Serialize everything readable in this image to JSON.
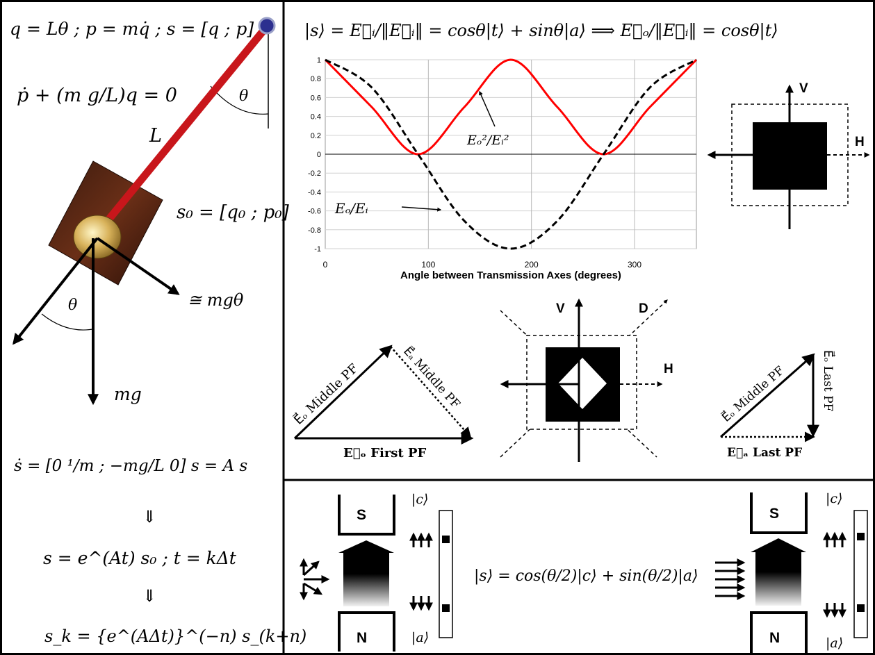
{
  "pendulum": {
    "eq1": "q = Lθ ; p = mq̇ ; s = [q ; p]",
    "eq2": "ṗ + (m g/L)q = 0",
    "theta_top": "θ",
    "rod_label": "L",
    "s0": "s₀ = [q₀ ; p₀]",
    "theta_bottom": "θ",
    "force_approx": "≅ mgθ",
    "gravity": "mg",
    "state_eq": "ṡ = [0  ¹/m ; −mg/L  0] s = A s",
    "implies1": "⇓",
    "solution": "s = e^(At) s₀   ;   t = kΔt",
    "implies2": "⇓",
    "recursion": "s_k = {e^(AΔt)}^(−n) s_(k+n)"
  },
  "polarizer": {
    "header_eq": "|s⟩ = E⃗ᵢ/‖E⃗ᵢ‖ = cosθ|t⟩ + sinθ|a⟩  ⟹  E⃗ₒ/‖E⃗ᵢ‖ = cosθ|t⟩",
    "label_sq": "Eₒ²/Eᵢ²",
    "label_ratio": "Eₒ/Eᵢ",
    "box1_v": "V",
    "box1_h": "H",
    "box2_v": "V",
    "box2_d": "D",
    "box2_h": "H",
    "tri1_hyp": "E⃗ₒ Middle PF",
    "tri1_side": "E⃗ₐ Middle PF",
    "tri1_base": "E⃗ₒ First PF",
    "tri2_hyp": "E⃗ₒ Middle PF",
    "tri2_side": "E⃗ₒ Last PF",
    "tri2_base": "E⃗ₐ Last PF"
  },
  "sternGerlach": {
    "left_S": "S",
    "left_N": "N",
    "left_c": "|c⟩",
    "left_a": "|a⟩",
    "center_eq": "|s⟩ = cos(θ/2)|c⟩ + sin(θ/2)|a⟩",
    "right_S": "S",
    "right_N": "N",
    "right_c": "|c⟩",
    "right_a": "|a⟩"
  },
  "chart_data": {
    "type": "line",
    "xlabel": "Angle between Transmission Axes (degrees)",
    "ylabel": "",
    "xlim": [
      0,
      360
    ],
    "ylim": [
      -1,
      1
    ],
    "x_ticks": [
      "0",
      "100",
      "200",
      "300"
    ],
    "y_ticks": [
      "1",
      "0.8",
      "0.6",
      "0.4",
      "0.2",
      "0",
      "-0.2",
      "-0.4",
      "-0.6",
      "-0.8",
      "-1"
    ],
    "grid": true,
    "series": [
      {
        "name": "Eₒ²/Eᵢ²",
        "color": "#ff0000",
        "style": "solid",
        "x": [
          0,
          45,
          90,
          135,
          180,
          225,
          270,
          315,
          360
        ],
        "y": [
          1,
          0.5,
          0,
          0.5,
          1,
          0.5,
          0,
          0.5,
          1
        ]
      },
      {
        "name": "Eₒ/Eᵢ",
        "color": "#000000",
        "style": "dashed",
        "x": [
          0,
          45,
          90,
          135,
          180,
          225,
          270,
          315,
          360
        ],
        "y": [
          1,
          0.707,
          0,
          -0.707,
          -1,
          -0.707,
          0,
          0.707,
          1
        ]
      }
    ]
  }
}
